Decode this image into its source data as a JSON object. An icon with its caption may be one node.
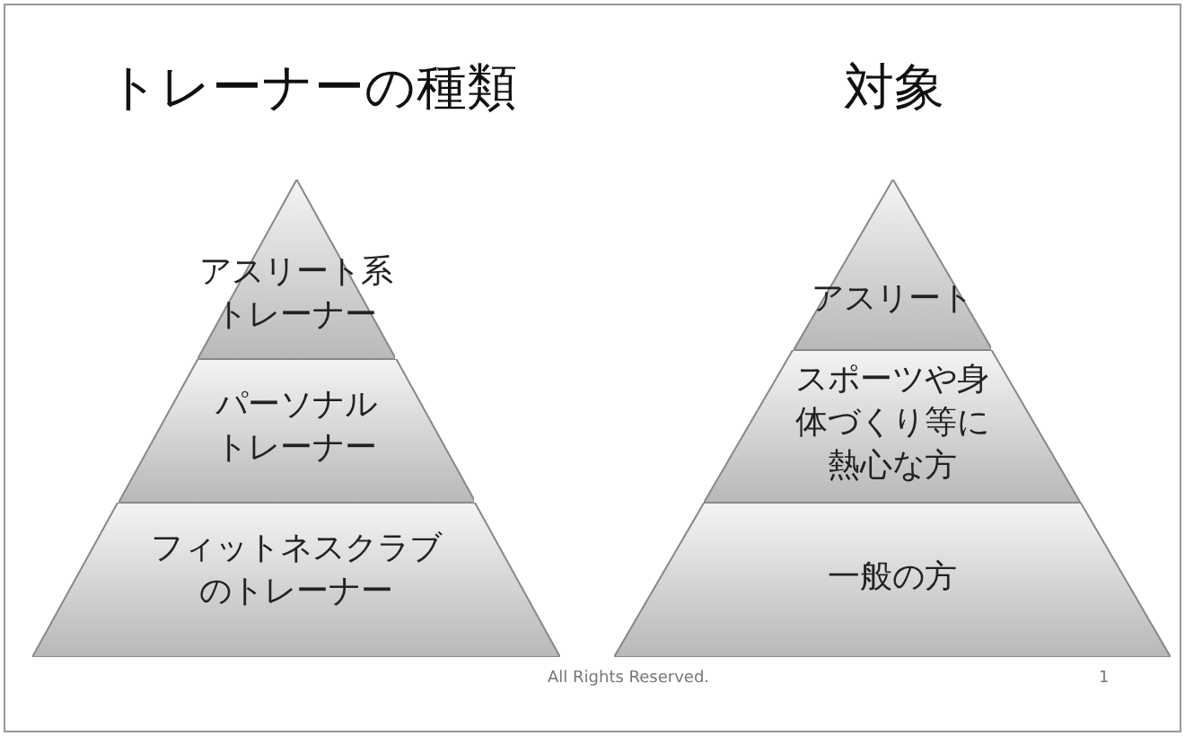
{
  "diagram": {
    "nodes": [
      {
        "text": [
          "アスリート系トレーナー"
        ]
      },
      {
        "text": [
          "パーソナルトレーナー"
        ]
      },
      {
        "text": [
          "フィットネスクラブのトレーナー"
        ]
      },
      {
        "text": [
          "アスリート"
        ]
      },
      {
        "text": [
          "スポーツや身体づくり等に熱心な方"
        ]
      },
      {
        "text": [
          "一般の方"
        ]
      }
    ],
    "edges": [],
    "labels": [
      "トレーナーの種類",
      "対象",
      "All Rights Reserved.",
      "1"
    ]
  }
}
